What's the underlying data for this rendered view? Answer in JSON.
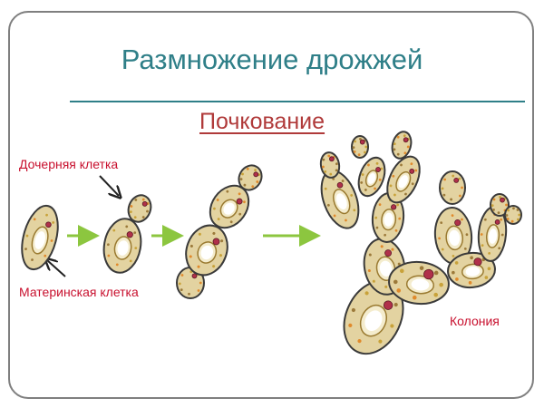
{
  "slide": {
    "title": "Размножение дрожжей",
    "subtitle": "Почкование",
    "labels": {
      "daughter_cell": "Дочерняя  клетка",
      "mother_cell": "Материнская клетка",
      "colony": "Колония"
    }
  },
  "colors": {
    "title": "#2f7f88",
    "subtitle": "#b03a3a",
    "labels": "#c8102e",
    "arrow": "#8cc63f",
    "cell_fill": "#e3d3a1",
    "cell_outline": "#3a3a3a",
    "frame": "#7f7f7f"
  },
  "stages": [
    "single-cell",
    "budding-cell",
    "chain-of-cells",
    "colony"
  ]
}
